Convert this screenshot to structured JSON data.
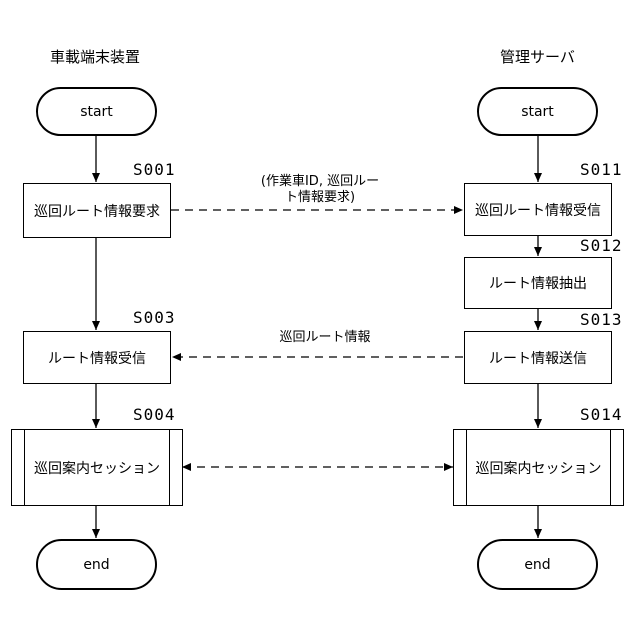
{
  "lanes": {
    "left_title": "車載端末装置",
    "right_title": "管理サーバ"
  },
  "left": {
    "start": "start",
    "s001_id": "S001",
    "s001_label": "巡回ルート情報要求",
    "s003_id": "S003",
    "s003_label": "ルート情報受信",
    "s004_id": "S004",
    "s004_label": "巡回案内セッション",
    "end": "end"
  },
  "right": {
    "start": "start",
    "s011_id": "S011",
    "s011_label": "巡回ルート情報受信",
    "s012_id": "S012",
    "s012_label": "ルート情報抽出",
    "s013_id": "S013",
    "s013_label": "ルート情報送信",
    "s014_id": "S014",
    "s014_label": "巡回案内セッション",
    "end": "end"
  },
  "messages": {
    "request_line1": "(作業車ID, 巡回ルー",
    "request_line2": "ト情報要求)",
    "response": "巡回ルート情報"
  }
}
